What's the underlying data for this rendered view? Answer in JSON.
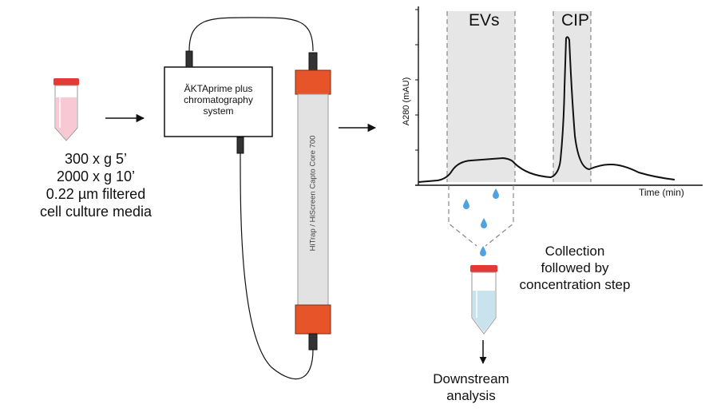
{
  "media_label": {
    "line1": "300 x g 5’",
    "line2": "2000 x g 10’",
    "line3": "0.22 µm filtered",
    "line4": "cell culture media"
  },
  "akta_label": {
    "line1": "ÄKTAprime plus",
    "line2": "chromatography",
    "line3": "system"
  },
  "column_label": "HiTrap / HiScreen Capto Core 700",
  "chromatogram": {
    "region_evs": "EVs",
    "region_cip": "CIP",
    "y_axis_label": "A280 (mAU)",
    "x_axis_label": "Time (min)"
  },
  "collection_label": {
    "line1": "Collection",
    "line2": "followed by",
    "line3": "concentration step"
  },
  "downstream_label": {
    "line1": "Downstream",
    "line2": "analysis"
  },
  "colors": {
    "tube_cap": "#e53935",
    "media_fill": "#f8c9d5",
    "collected_fill": "#c9e3ee",
    "column_cap": "#e8542a",
    "column_body": "#e2e2e2",
    "region_shade": "#e6e6e6",
    "droplet": "#4ea2dd"
  }
}
